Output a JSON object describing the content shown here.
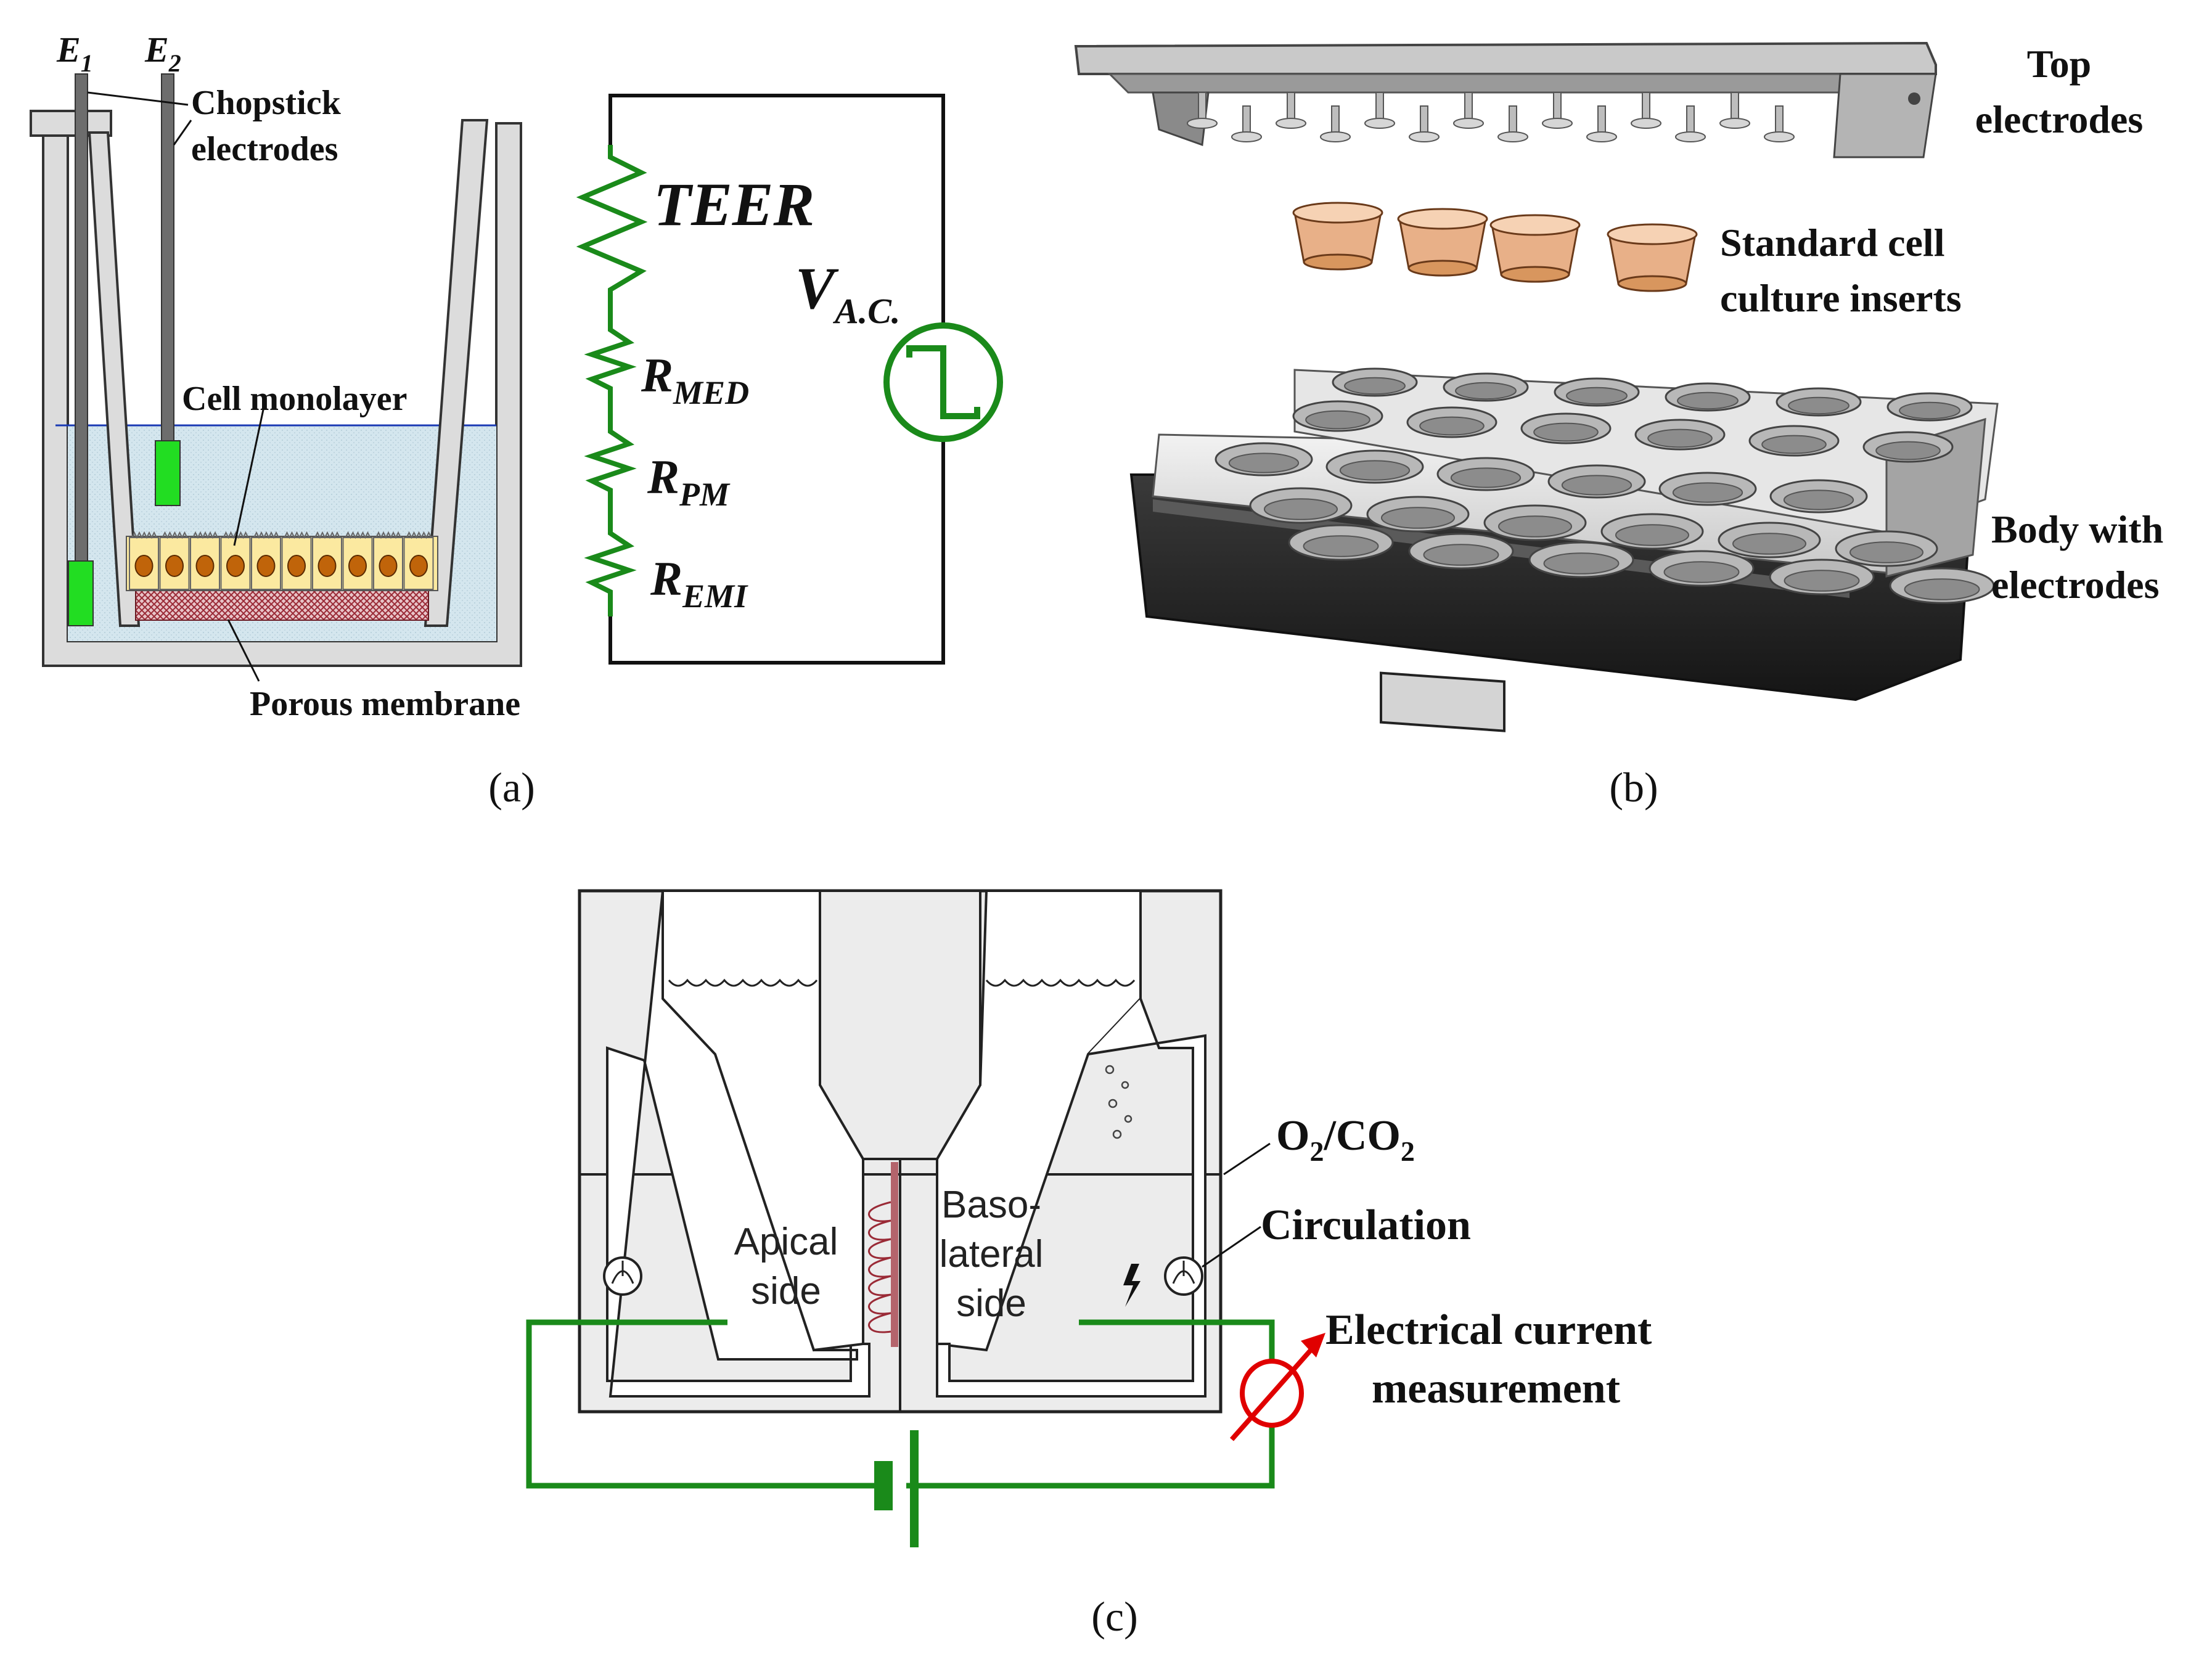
{
  "panel_a": {
    "e1": "E",
    "e1_sub": "1",
    "e2": "E",
    "e2_sub": "2",
    "chopstick": "Chopstick",
    "electrodes": "electrodes",
    "cell_monolayer": "Cell monolayer",
    "porous_membrane": "Porous membrane",
    "teer": "TEER",
    "r_med": "R",
    "r_med_sub": "MED",
    "r_pm": "R",
    "r_pm_sub": "PM",
    "r_emi": "R",
    "r_emi_sub": "EMI",
    "v_ac": "V",
    "v_ac_sub": "A.C.",
    "caption": "(a)"
  },
  "panel_b": {
    "top_line1": "Top",
    "top_line2": "electrodes",
    "inserts_line1": "Standard cell",
    "inserts_line2": "culture inserts",
    "body_line1": "Body with",
    "body_line2": "electrodes",
    "caption": "(b)"
  },
  "panel_c": {
    "apical_line1": "Apical",
    "apical_line2": "side",
    "baso_line1": "Baso-",
    "baso_line2": "lateral",
    "baso_line3": "side",
    "gas_o": "O",
    "gas_o_sub": "2",
    "gas_co": "/CO",
    "gas_co_sub": "2",
    "circulation": "Circulation",
    "current_line1": "Electrical current",
    "current_line2": "measurement",
    "caption": "(c)"
  },
  "colors": {
    "circuit_green": "#1a8a1a",
    "electrode_green": "#22dd22",
    "medium_blue": "#d4e6ee",
    "cell_yellow": "#fbe9a0",
    "nucleus": "#c0640a",
    "membrane": "#a0404a",
    "meter_red": "#e00000",
    "insert_orange": "#e8b088"
  }
}
